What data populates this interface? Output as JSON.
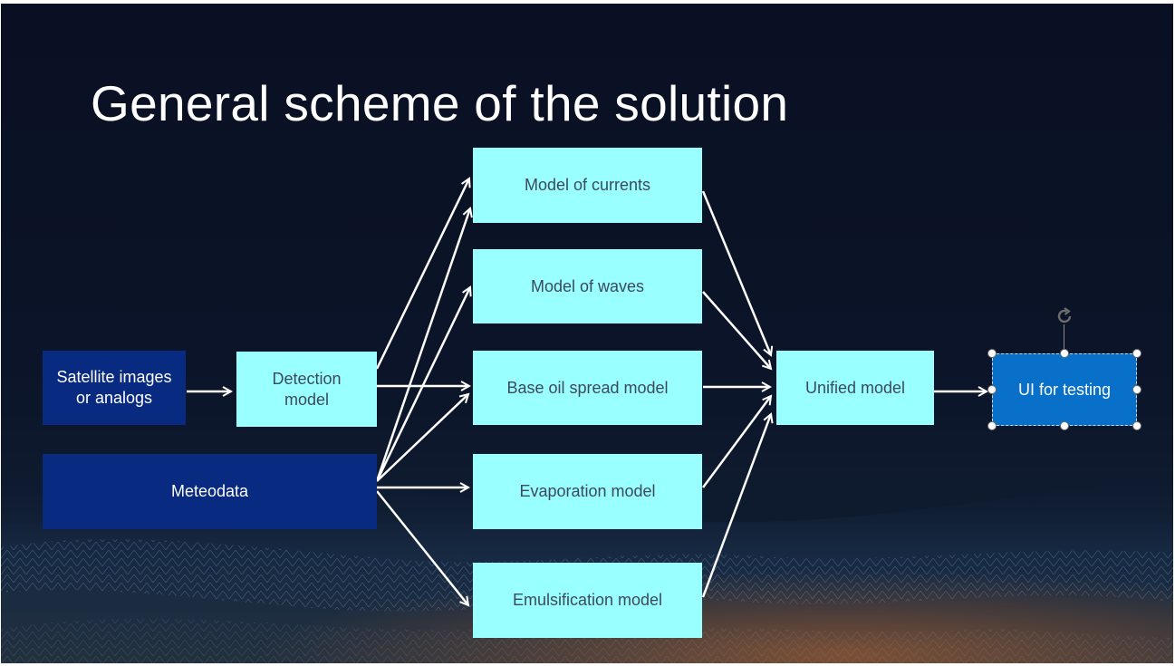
{
  "slide": {
    "title": "General scheme of the solution"
  },
  "nodes": {
    "satellite": "Satellite images or analogs",
    "detection": "Detection model",
    "meteodata": "Meteodata",
    "currents": "Model of currents",
    "waves": "Model of waves",
    "base_spread": "Base oil spread model",
    "evaporation": "Evaporation model",
    "emulsification": "Emulsification model",
    "unified": "Unified model",
    "ui_testing": "UI for testing"
  },
  "edges": [
    [
      "satellite",
      "detection"
    ],
    [
      "detection",
      "currents"
    ],
    [
      "detection",
      "base_spread"
    ],
    [
      "meteodata",
      "currents"
    ],
    [
      "meteodata",
      "waves"
    ],
    [
      "meteodata",
      "base_spread"
    ],
    [
      "meteodata",
      "evaporation"
    ],
    [
      "meteodata",
      "emulsification"
    ],
    [
      "currents",
      "unified"
    ],
    [
      "waves",
      "unified"
    ],
    [
      "base_spread",
      "unified"
    ],
    [
      "evaporation",
      "unified"
    ],
    [
      "emulsification",
      "unified"
    ],
    [
      "unified",
      "ui_testing"
    ]
  ],
  "colors": {
    "background": "#0a1024",
    "model_box": "#99ffff",
    "model_text": "#3c4a5c",
    "input_box": "#082a80",
    "ui_box": "#0870c8",
    "arrow": "#ffffff"
  },
  "selection": {
    "selected_node": "ui_testing",
    "rotate_icon": "rotate-handle-icon"
  }
}
